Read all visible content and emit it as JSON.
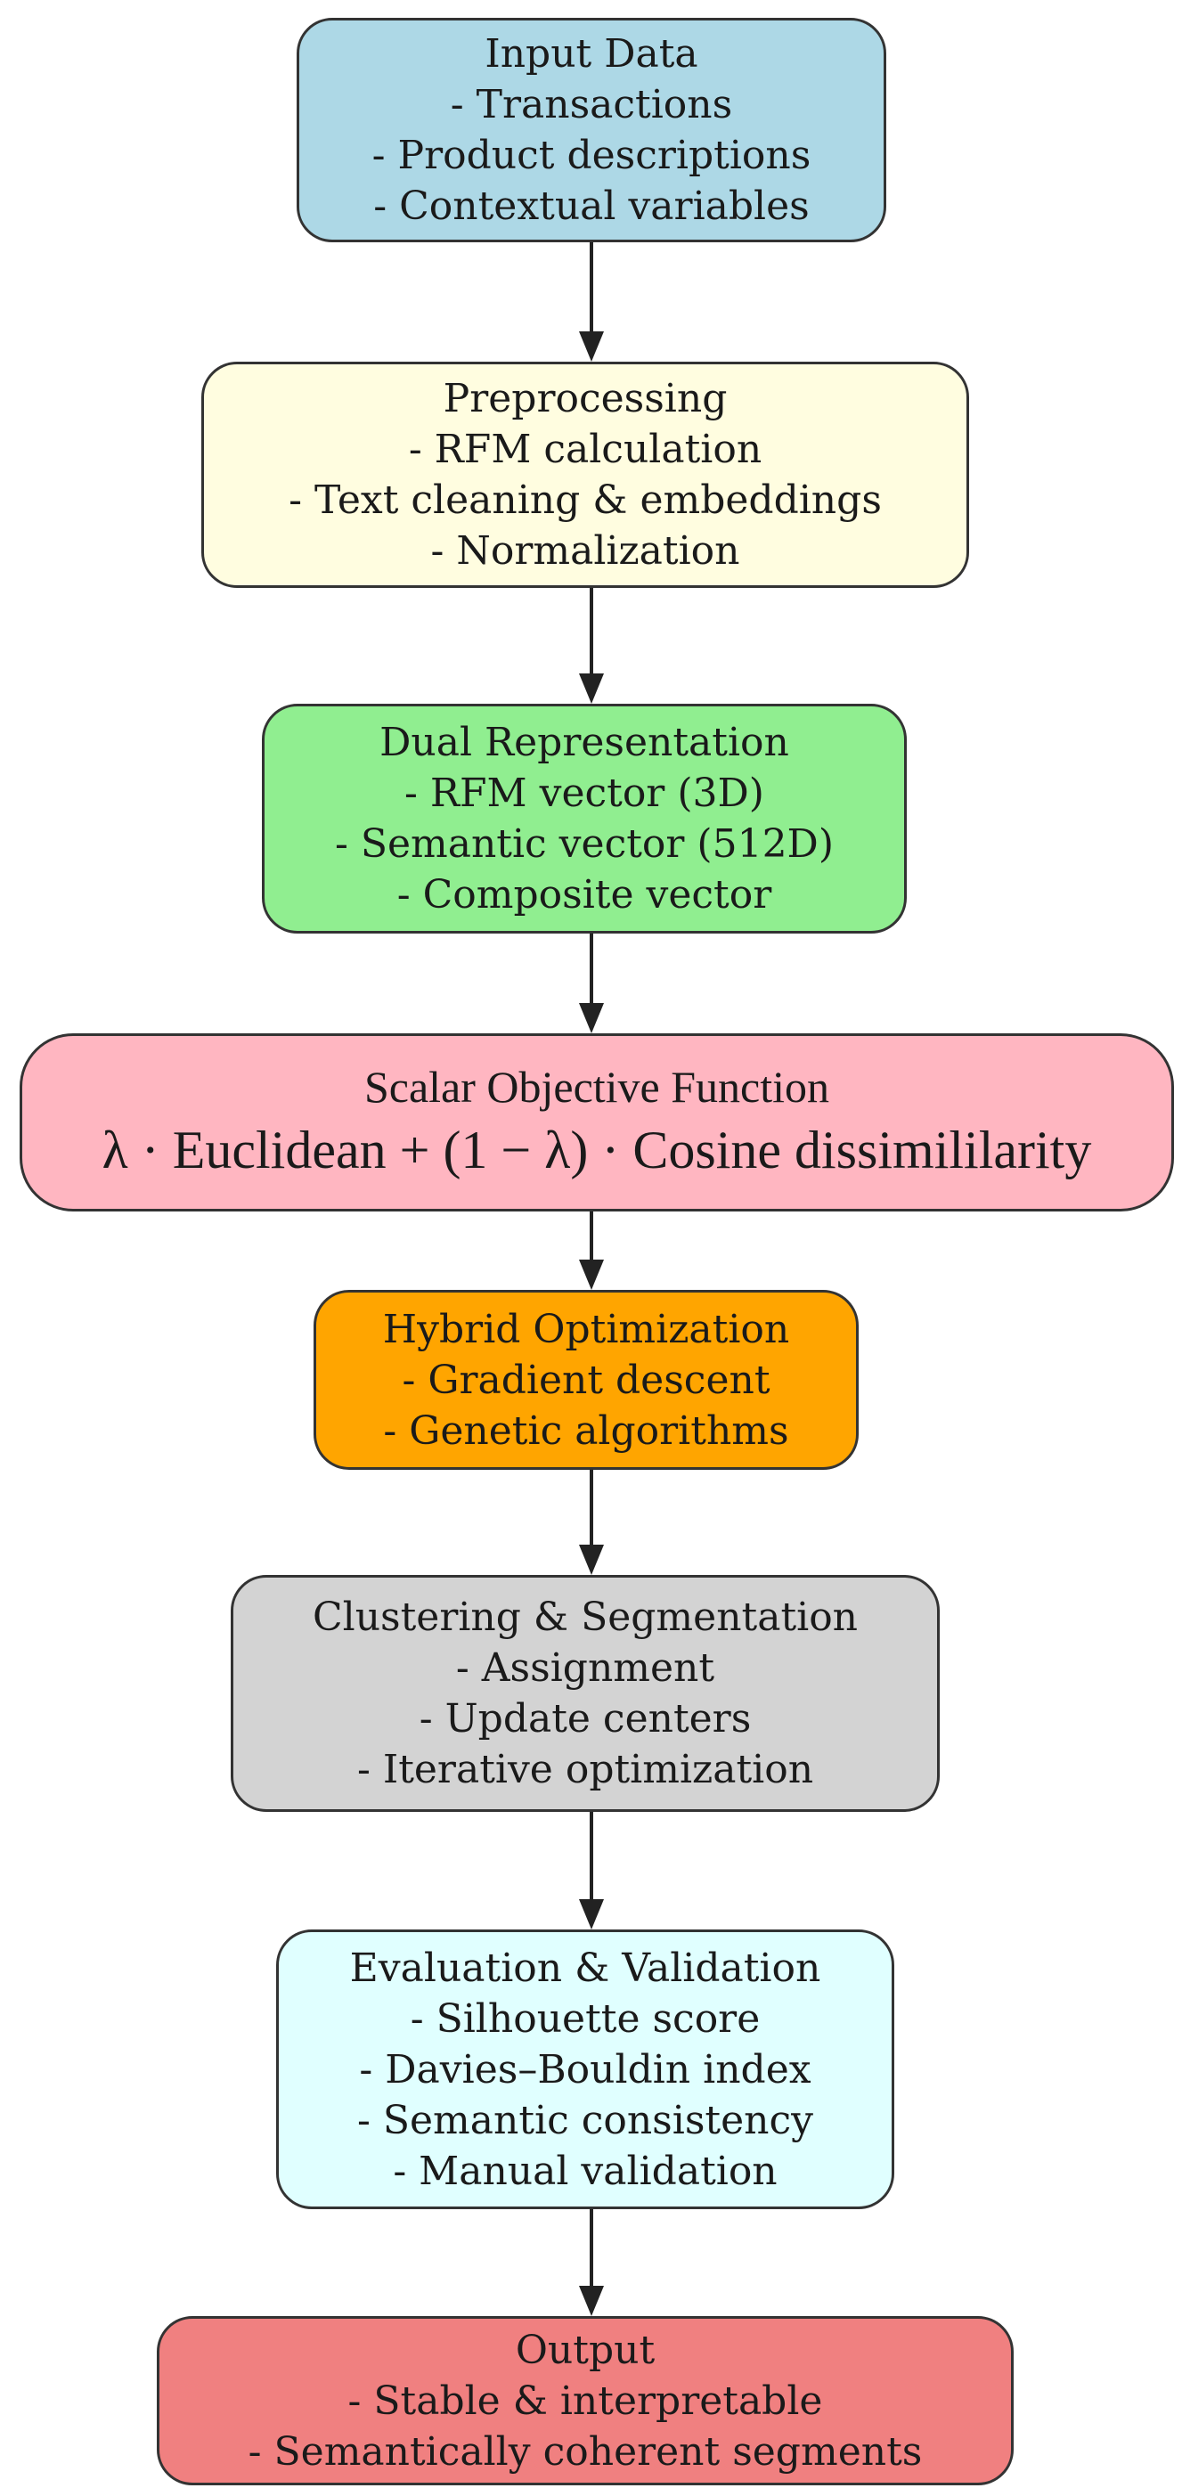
{
  "colors": {
    "input": "#add8e6",
    "preprocessing": "#fffde0",
    "dual": "#90ee90",
    "objective": "#ffb6c1",
    "hybrid": "#ffa500",
    "clustering": "#d3d3d3",
    "evaluation": "#e0ffff",
    "output": "#f08080",
    "border": "#333333",
    "arrow": "#222222"
  },
  "nodes": {
    "input": {
      "title": "Input Data",
      "lines": [
        "- Transactions",
        "- Product descriptions",
        "- Contextual variables"
      ]
    },
    "preprocessing": {
      "title": "Preprocessing",
      "lines": [
        "- RFM calculation",
        "- Text cleaning & embeddings",
        "- Normalization"
      ]
    },
    "dual": {
      "title": "Dual Representation",
      "lines": [
        "- RFM vector (3D)",
        "- Semantic vector (512D)",
        "- Composite vector"
      ]
    },
    "objective": {
      "title": "Scalar Objective Function",
      "formula": "λ · Euclidean + (1 − λ) · Cosine dissimililarity"
    },
    "hybrid": {
      "title": "Hybrid Optimization",
      "lines": [
        "- Gradient descent",
        "- Genetic algorithms"
      ]
    },
    "clustering": {
      "title": "Clustering & Segmentation",
      "lines": [
        "- Assignment",
        "- Update centers",
        "- Iterative optimization"
      ]
    },
    "evaluation": {
      "title": "Evaluation & Validation",
      "lines": [
        "- Silhouette score",
        "- Davies–Bouldin index",
        "- Semantic consistency",
        "- Manual validation"
      ]
    },
    "output": {
      "title": "Output",
      "lines": [
        "- Stable & interpretable",
        "- Semantically coherent segments"
      ]
    }
  }
}
